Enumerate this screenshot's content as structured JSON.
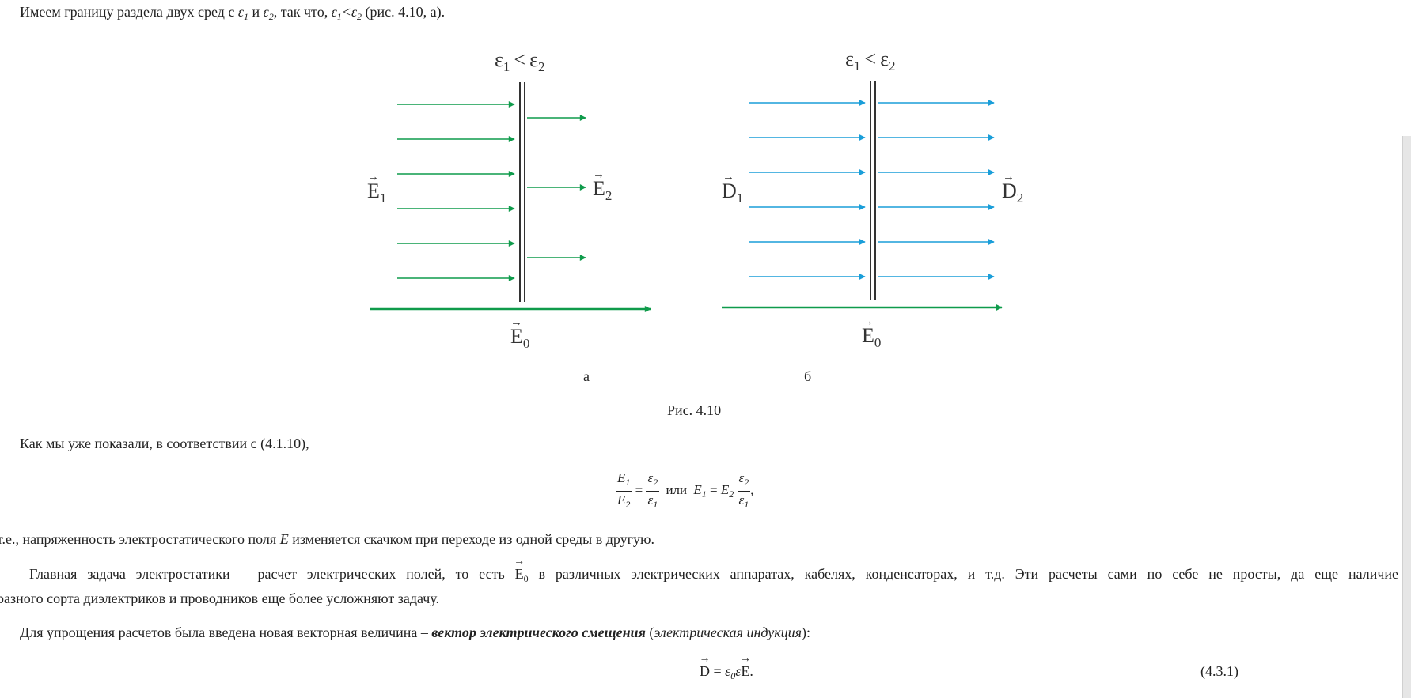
{
  "intro": {
    "t1": "Имеем границу раздела двух сред с",
    "and": "и",
    "t2": ", так что,",
    "eps": "ε",
    "lt": "<",
    "ref": "(рис. 4.10, а)."
  },
  "figure": {
    "eps_label": "ε",
    "sub1": "1",
    "sub2": "2",
    "lt": "<",
    "E": "E",
    "D": "D",
    "sub0": "0",
    "panel_a": "а",
    "panel_b": "б",
    "caption": "Рис. 4.10",
    "colors": {
      "green": "#0f9b4b",
      "blue": "#1a9ed9",
      "boundary": "#333333"
    }
  },
  "p1": "Как мы уже показали, в соответствии с (4.1.10),",
  "formula": {
    "E": "E",
    "eps": "ε",
    "one": "1",
    "two": "2",
    "eq": "=",
    "or": "или",
    "comma": ","
  },
  "p2": {
    "a": "т.е.,  напряженность электростатического поля",
    "E": "E",
    "b": "изменяется скачком при переходе из одной среды в другую."
  },
  "p3": {
    "a": "Главная задача электростатики – расчет электрических полей, то есть",
    "E0": "E",
    "b": "в различных электрических аппаратах, кабелях, конденсаторах, и т.д. Эти расчеты сами по себе не просты, да еще наличие",
    "line2": "разного сорта диэлектриков и проводников еще более усложняют задачу."
  },
  "p4": {
    "a": "Для упрощения расчетов была введена новая векторная величина –",
    "bold": "вектор электрического смещения",
    "open": "(",
    "italic": "электрическая индукция",
    "close": "):"
  },
  "eq431": {
    "D": "D",
    "eq": "=",
    "eps": "ε",
    "sub0": "0",
    "E": "E",
    "dot": ".",
    "number": "(4.3.1)"
  }
}
